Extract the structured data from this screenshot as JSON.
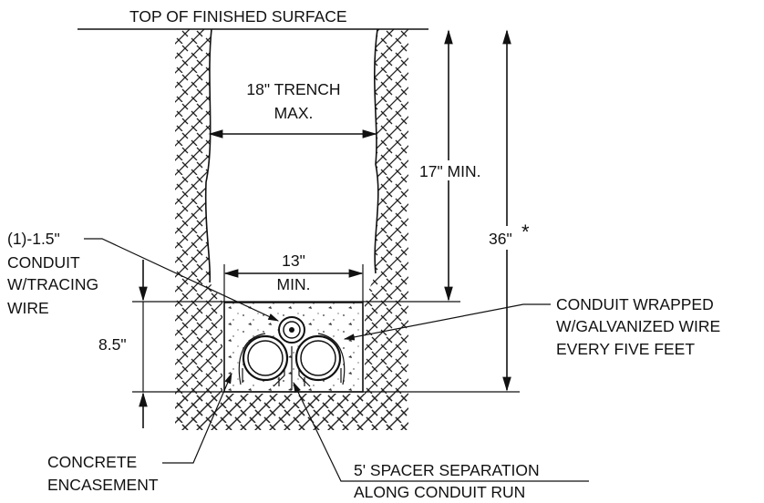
{
  "labels": {
    "top_surface": "TOP OF FINISHED SURFACE",
    "trench_line1": "18\" TRENCH",
    "trench_line2": "MAX.",
    "depth_17": "17\" MIN.",
    "depth_36": "36\"",
    "asterisk": "*",
    "width_13_line1": "13\"",
    "width_13_line2": "MIN.",
    "encase_height": "8.5\"",
    "conduit_small_1": "(1)-1.5\"",
    "conduit_small_2": "CONDUIT",
    "conduit_small_3": "W/TRACING",
    "conduit_small_4": "WIRE",
    "wrapped_1": "CONDUIT WRAPPED",
    "wrapped_2": "W/GALVANIZED WIRE",
    "wrapped_3": "EVERY FIVE FEET",
    "concrete_1": "CONCRETE",
    "concrete_2": "ENCASEMENT",
    "spacer_1": "5' SPACER SEPARATION",
    "spacer_2": "ALONG CONDUIT RUN"
  },
  "colors": {
    "ink": "#111111",
    "background": "#ffffff"
  }
}
